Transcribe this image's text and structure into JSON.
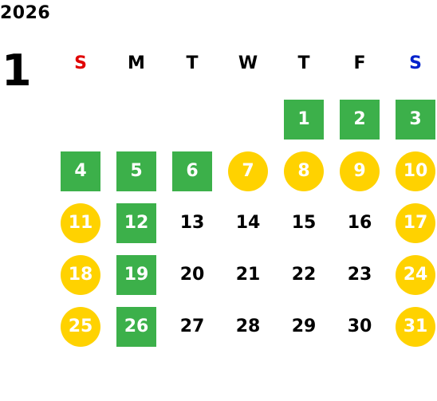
{
  "calendar": {
    "year": "2026",
    "month": "1",
    "colors": {
      "sunday_header": "#e00000",
      "saturday_header": "#0022cc",
      "green": "#3cb04a",
      "yellow": "#ffd200"
    },
    "weekdays": [
      "S",
      "M",
      "T",
      "W",
      "T",
      "F",
      "S"
    ],
    "weeks": [
      [
        null,
        null,
        null,
        null,
        {
          "day": "1",
          "mark": "green"
        },
        {
          "day": "2",
          "mark": "green"
        },
        {
          "day": "3",
          "mark": "green"
        }
      ],
      [
        {
          "day": "4",
          "mark": "green"
        },
        {
          "day": "5",
          "mark": "green"
        },
        {
          "day": "6",
          "mark": "green"
        },
        {
          "day": "7",
          "mark": "yellow"
        },
        {
          "day": "8",
          "mark": "yellow"
        },
        {
          "day": "9",
          "mark": "yellow"
        },
        {
          "day": "10",
          "mark": "yellow"
        }
      ],
      [
        {
          "day": "11",
          "mark": "yellow"
        },
        {
          "day": "12",
          "mark": "green"
        },
        {
          "day": "13",
          "mark": "none"
        },
        {
          "day": "14",
          "mark": "none"
        },
        {
          "day": "15",
          "mark": "none"
        },
        {
          "day": "16",
          "mark": "none"
        },
        {
          "day": "17",
          "mark": "yellow"
        }
      ],
      [
        {
          "day": "18",
          "mark": "yellow"
        },
        {
          "day": "19",
          "mark": "green"
        },
        {
          "day": "20",
          "mark": "none"
        },
        {
          "day": "21",
          "mark": "none"
        },
        {
          "day": "22",
          "mark": "none"
        },
        {
          "day": "23",
          "mark": "none"
        },
        {
          "day": "24",
          "mark": "yellow"
        }
      ],
      [
        {
          "day": "25",
          "mark": "yellow"
        },
        {
          "day": "26",
          "mark": "green"
        },
        {
          "day": "27",
          "mark": "none"
        },
        {
          "day": "28",
          "mark": "none"
        },
        {
          "day": "29",
          "mark": "none"
        },
        {
          "day": "30",
          "mark": "none"
        },
        {
          "day": "31",
          "mark": "yellow"
        }
      ]
    ]
  }
}
